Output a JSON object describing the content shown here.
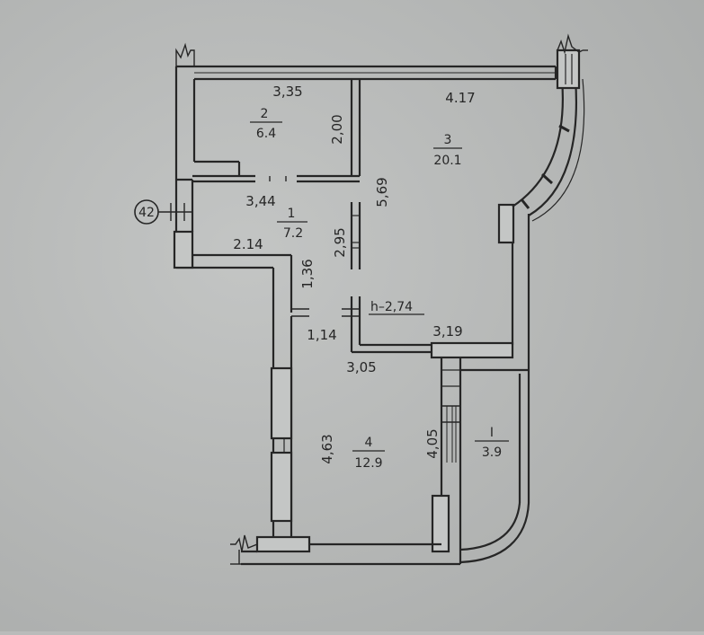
{
  "plan": {
    "apartment_number": "42",
    "ceiling_height": "h–2,74",
    "rooms": [
      {
        "number": "1",
        "area": "7.2"
      },
      {
        "number": "2",
        "area": "6.4"
      },
      {
        "number": "3",
        "area": "20.1"
      },
      {
        "number": "4",
        "area": "12.9"
      },
      {
        "number": "I",
        "area": "3.9"
      }
    ],
    "dimensions": [
      "3,35",
      "2,00",
      "4.17",
      "5,69",
      "3,44",
      "2,95",
      "2.14",
      "1,36",
      "1,14",
      "3,19",
      "3,05",
      "4,63",
      "4,05"
    ]
  },
  "colors": {
    "paper": "#b9bbba",
    "ink": "#262626",
    "wall_fill": "#c4c6c5"
  }
}
